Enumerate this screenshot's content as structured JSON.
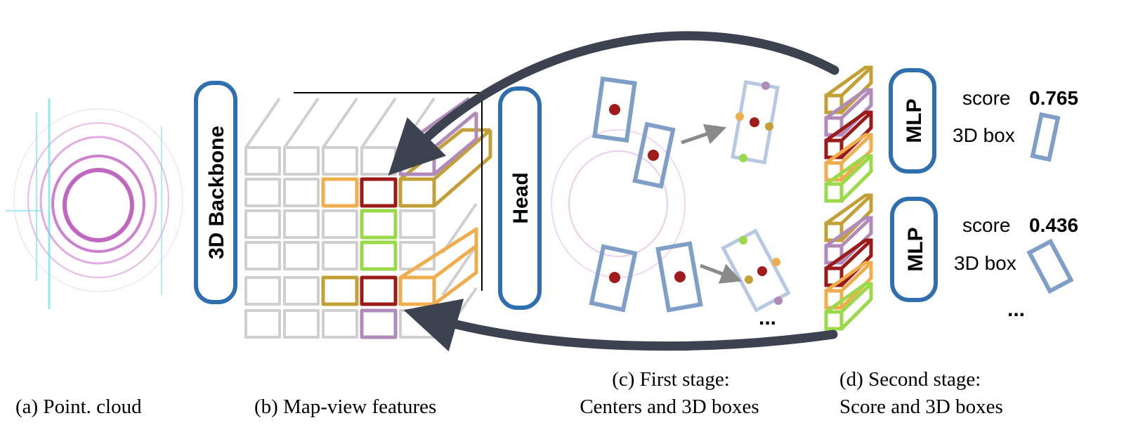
{
  "modules": {
    "backbone": "3D Backbone",
    "head": "Head",
    "mlp_top": "MLP",
    "mlp_bottom": "MLP"
  },
  "outputs": {
    "top": {
      "score_label": "score",
      "score_value": "0.765",
      "box_label": "3D box"
    },
    "bottom": {
      "score_label": "score",
      "score_value": "0.436",
      "box_label": "3D box"
    },
    "more": "..."
  },
  "first_stage_more": "...",
  "captions": {
    "a": "(a) Point. cloud",
    "b": "(b) Map-view features",
    "c_line1": "(c) First stage:",
    "c_line2": "Centers and 3D boxes",
    "d_line1": "(d) Second stage:",
    "d_line2": "Score and 3D boxes"
  },
  "colors": {
    "module_border": "#2f6fb0",
    "arrow": "#3c4250",
    "grid_gray": "#cfcfcf",
    "box_blue": "#7f9fc8",
    "box_light": "#b7c9e2",
    "center_red": "#a01c1c",
    "feature_orange": "#f0ad4e",
    "feature_darkred": "#9b1b1b",
    "feature_green": "#9ad94a",
    "feature_olive": "#c2a036",
    "feature_purple": "#b08ab8",
    "point_cloud_magenta": "#cc66cc",
    "point_cloud_cyan": "#66e0e8"
  }
}
